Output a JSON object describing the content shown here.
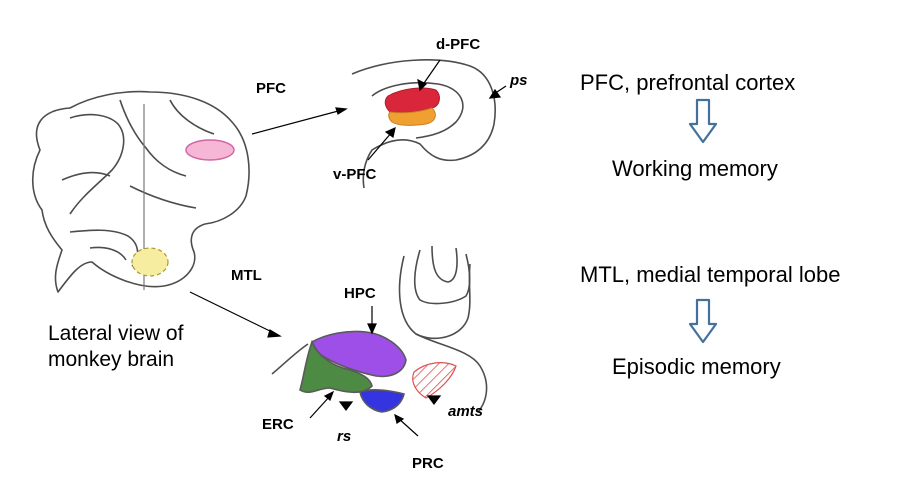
{
  "labels": {
    "pfc": "PFC",
    "mtl": "MTL",
    "d_pfc": "d-PFC",
    "v_pfc": "v-PFC",
    "ps": "ps",
    "hpc": "HPC",
    "erc": "ERC",
    "rs": "rs",
    "prc": "PRC",
    "amts": "amts"
  },
  "brain_caption": {
    "line1": "Lateral view of",
    "line2": "monkey brain"
  },
  "right_panel": {
    "pfc_definition": "PFC, prefrontal cortex",
    "pfc_function": "Working memory",
    "mtl_definition": "MTL, medial temporal lobe",
    "mtl_function": "Episodic memory"
  },
  "colors": {
    "d_pfc": "#d9263a",
    "v_pfc": "#f0a030",
    "pfc_highlight": "#f6b6d6",
    "mtl_highlight": "#f6eda0",
    "hpc": "#9d4fe8",
    "erc": "#4d8a44",
    "prc": "#3434e0",
    "amts_hatch": "#e05050",
    "arrow_outline": "#41719c",
    "outline": "#4d4d4d"
  }
}
